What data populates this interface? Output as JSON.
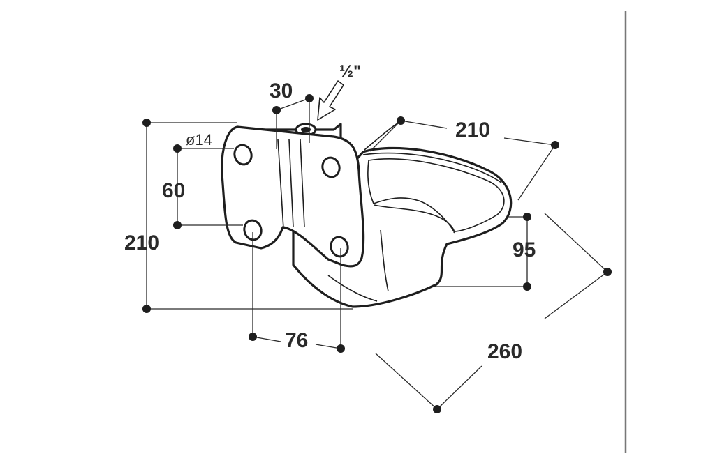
{
  "dimensions": {
    "height_total": "210",
    "hole_spacing_vertical": "60",
    "hole_diameter": "ø14",
    "inlet_width": "30",
    "thread_size": "½\"",
    "bowl_length": "210",
    "bowl_height": "95",
    "hole_spacing_horizontal": "76",
    "depth": "260"
  },
  "colors": {
    "line": "#1e1e1e",
    "frame": "#777777",
    "background": "#ffffff"
  }
}
